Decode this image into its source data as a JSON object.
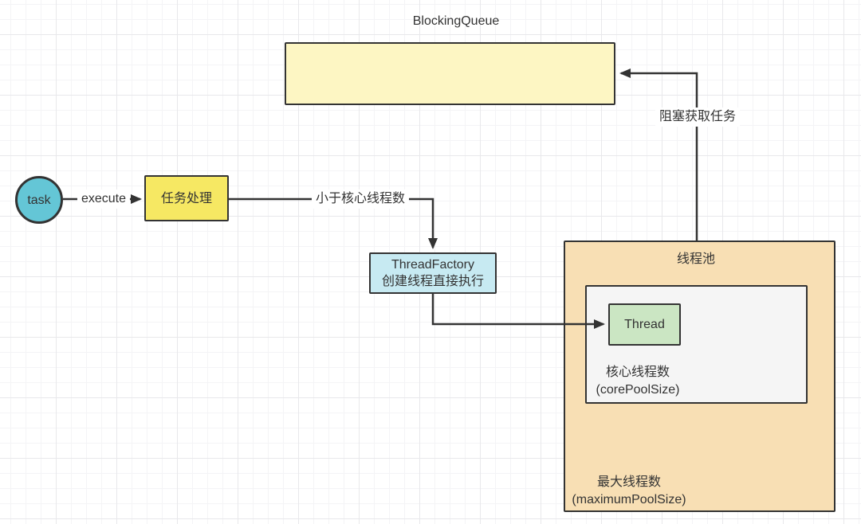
{
  "colors": {
    "border": "#333333",
    "line": "#333333",
    "text": "#333333",
    "blocking_queue_fill": "#fdf6c3",
    "task_circle_fill": "#64c6d6",
    "task_processing_fill": "#f6e863",
    "thread_factory_fill": "#c7eaf2",
    "thread_pool_fill": "#f8dfb4",
    "core_pool_fill": "#f5f5f5",
    "thread_fill": "#cbe6c3"
  },
  "nodes": {
    "blocking_queue": {
      "title": "BlockingQueue"
    },
    "task": {
      "label": "task"
    },
    "task_processing": {
      "label": "任务处理"
    },
    "thread_factory": {
      "line1": "ThreadFactory",
      "line2": "创建线程直接执行"
    },
    "thread_pool": {
      "title": "线程池",
      "max_line1": "最大线程数",
      "max_line2": "(maximumPoolSize)"
    },
    "core_pool": {
      "line1": "核心线程数",
      "line2": "(corePoolSize)"
    },
    "thread": {
      "label": "Thread"
    }
  },
  "edges": {
    "execute": {
      "label": "execute"
    },
    "less_than_core": {
      "label": "小于核心线程数"
    },
    "blocking_fetch": {
      "label": "阻塞获取任务"
    }
  }
}
